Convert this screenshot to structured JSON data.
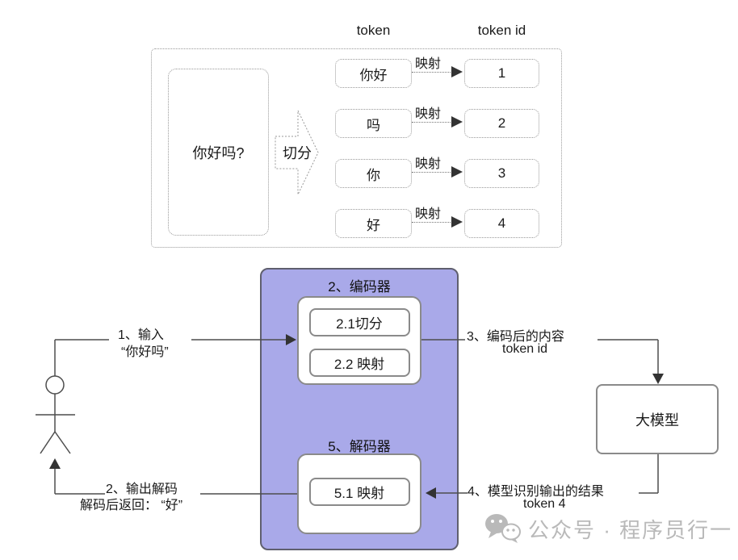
{
  "top_diagram": {
    "token_header": "token",
    "token_id_header": "token id",
    "input_text": "你好吗?",
    "split_label": "切分",
    "map_label": "映射",
    "rows": [
      {
        "token": "你好",
        "id": "1"
      },
      {
        "token": "吗",
        "id": "2"
      },
      {
        "token": "你",
        "id": "3"
      },
      {
        "token": "好",
        "id": "4"
      }
    ]
  },
  "flow": {
    "step1_line1": "1、输入",
    "step1_line2": "“你好吗”",
    "encoder_title": "2、编码器",
    "encoder_sub1": "2.1切分",
    "encoder_sub2": "2.2 映射",
    "step3_line1": "3、编码后的内容",
    "step3_line2": "token id",
    "model_label": "大模型",
    "step4_line1": "4、模型识别输出的结果",
    "step4_line2": "token 4",
    "decoder_title": "5、解码器",
    "decoder_sub1": "5.1 映射",
    "step2_line1": "2、输出解码",
    "step2_line2": "解码后返回： “好”"
  },
  "watermark": {
    "text": "公众号 · 程序员行一"
  },
  "colors": {
    "container_fill": "#A9A9E9",
    "line_stroke": "#4d4d4d",
    "dotted_border": "#999999",
    "box_border": "#8a8a8a",
    "watermark_gray": "#b9b9b9"
  }
}
